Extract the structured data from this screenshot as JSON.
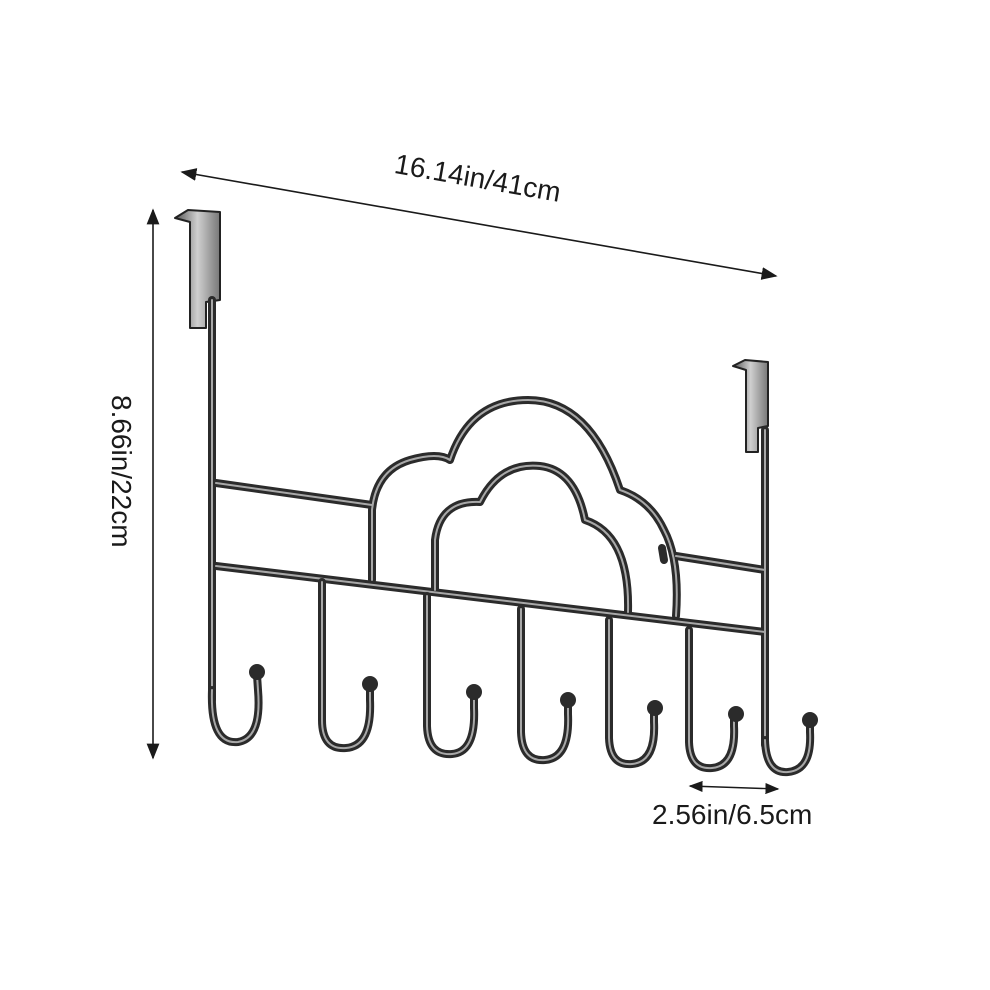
{
  "dimensions": {
    "width_label": "16.14in/41cm",
    "height_label": "8.66in/22cm",
    "hook_spacing_label": "2.56in/6.5cm"
  },
  "product": {
    "hook_count": 7,
    "colors": {
      "metal": "#2b2b2b",
      "highlight": "#9a9a9a",
      "arrow": "#1a1a1a"
    }
  }
}
